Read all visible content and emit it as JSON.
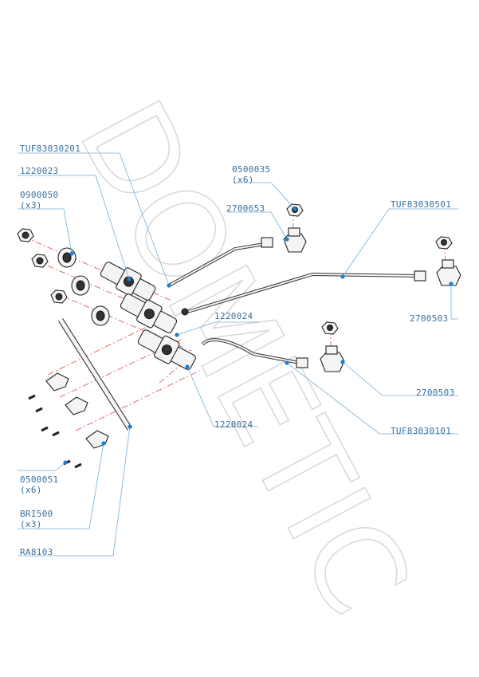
{
  "watermark": "DOMETIC",
  "accent_color": "#1d7fd0",
  "axis_color": "#e24b4b",
  "labels": {
    "tuf83030201": "TUF83030201",
    "p1220023": "1220023",
    "p0900050": "0900050",
    "p0900050_qty": "(x3)",
    "p0500035": "0500035",
    "p0500035_qty": "(x6)",
    "p2700653": "2700653",
    "tuf83030501": "TUF83030501",
    "p1220024_a": "1220024",
    "p2700503_a": "2700503",
    "p2700503_b": "2700503",
    "p1220024_b": "1220024",
    "tuf83030101": "TUF83030101",
    "p0500051": "0500051",
    "p0500051_qty": "(x6)",
    "bri500": "BRI500",
    "bri500_qty": "(x3)",
    "ra8103": "RA8103"
  }
}
